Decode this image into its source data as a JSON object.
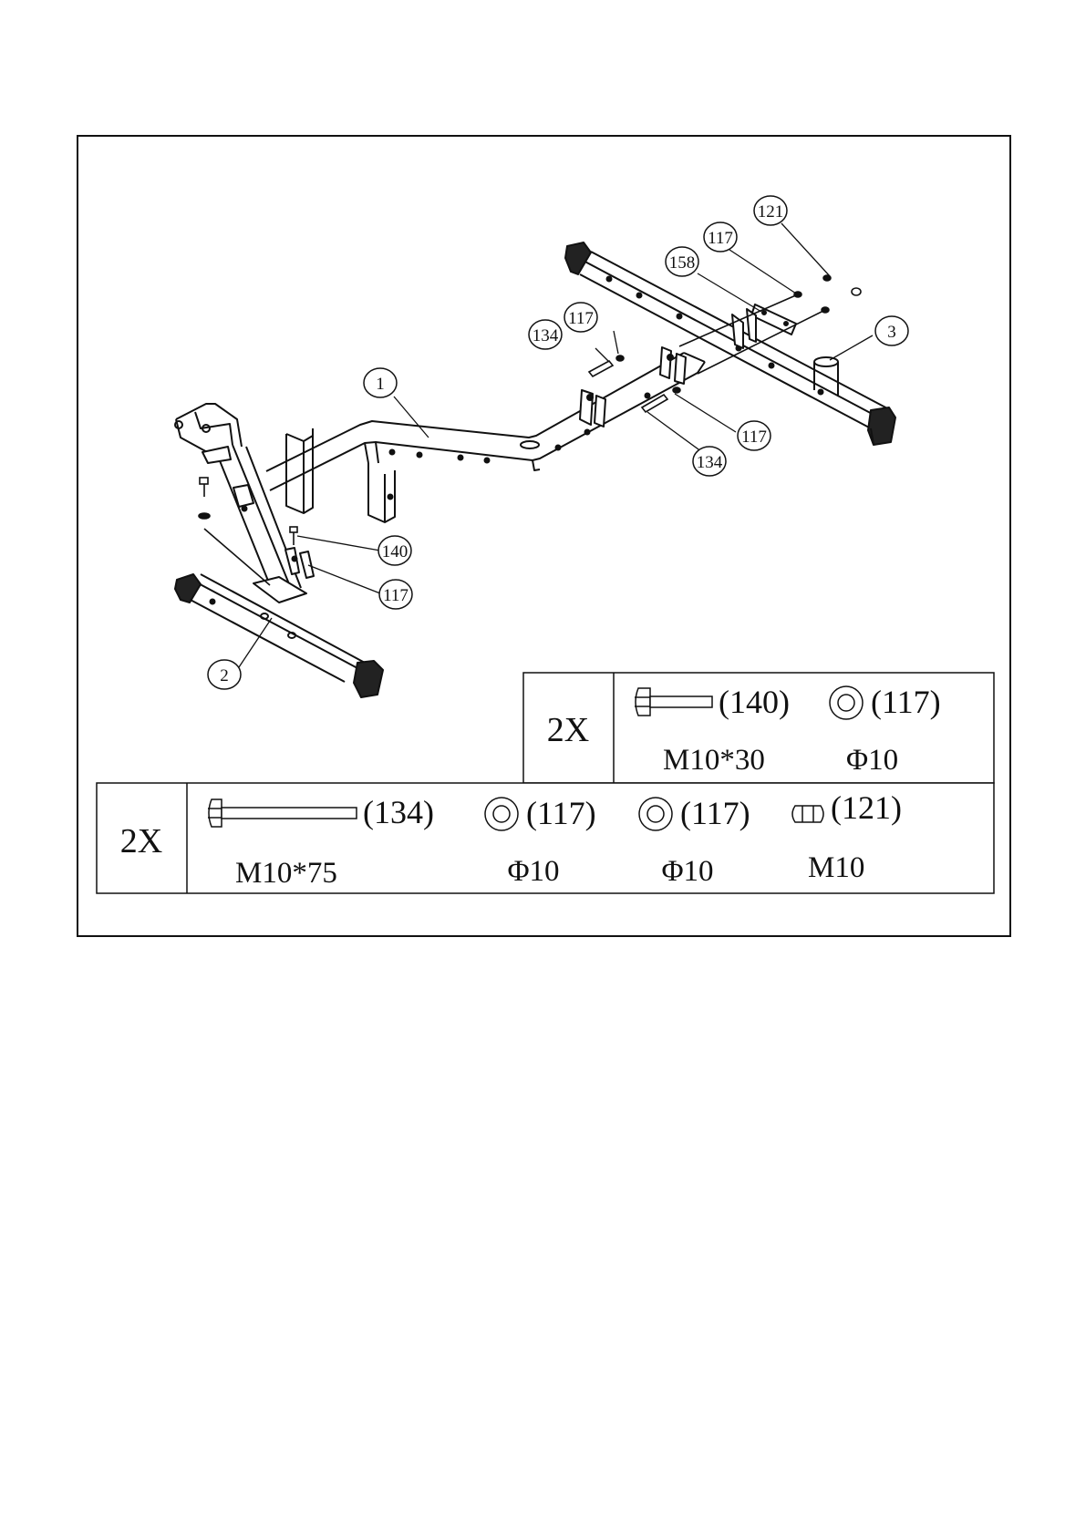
{
  "callouts": [
    {
      "id": "c121a",
      "label": "121"
    },
    {
      "id": "c117a",
      "label": "117"
    },
    {
      "id": "c158",
      "label": "158"
    },
    {
      "id": "c117b",
      "label": "117"
    },
    {
      "id": "c134a",
      "label": "134"
    },
    {
      "id": "c3",
      "label": "3"
    },
    {
      "id": "c1",
      "label": "1"
    },
    {
      "id": "c117c",
      "label": "117"
    },
    {
      "id": "c134b",
      "label": "134"
    },
    {
      "id": "c140",
      "label": "140"
    },
    {
      "id": "c117d",
      "label": "117"
    },
    {
      "id": "c2",
      "label": "2"
    }
  ],
  "hardware_table_top": {
    "quantity": "2X",
    "items": [
      {
        "kind": "bolt",
        "part": "(140)",
        "size": "M10*30"
      },
      {
        "kind": "washer",
        "part": "(117)",
        "size": "Φ10"
      }
    ]
  },
  "hardware_table_bottom": {
    "quantity": "2X",
    "items": [
      {
        "kind": "long-bolt",
        "part": "(134)",
        "size": "M10*75"
      },
      {
        "kind": "washer",
        "part": "(117)",
        "size": "Φ10"
      },
      {
        "kind": "washer",
        "part": "(117)",
        "size": "Φ10"
      },
      {
        "kind": "nut",
        "part": "(121)",
        "size": "M10"
      }
    ]
  }
}
